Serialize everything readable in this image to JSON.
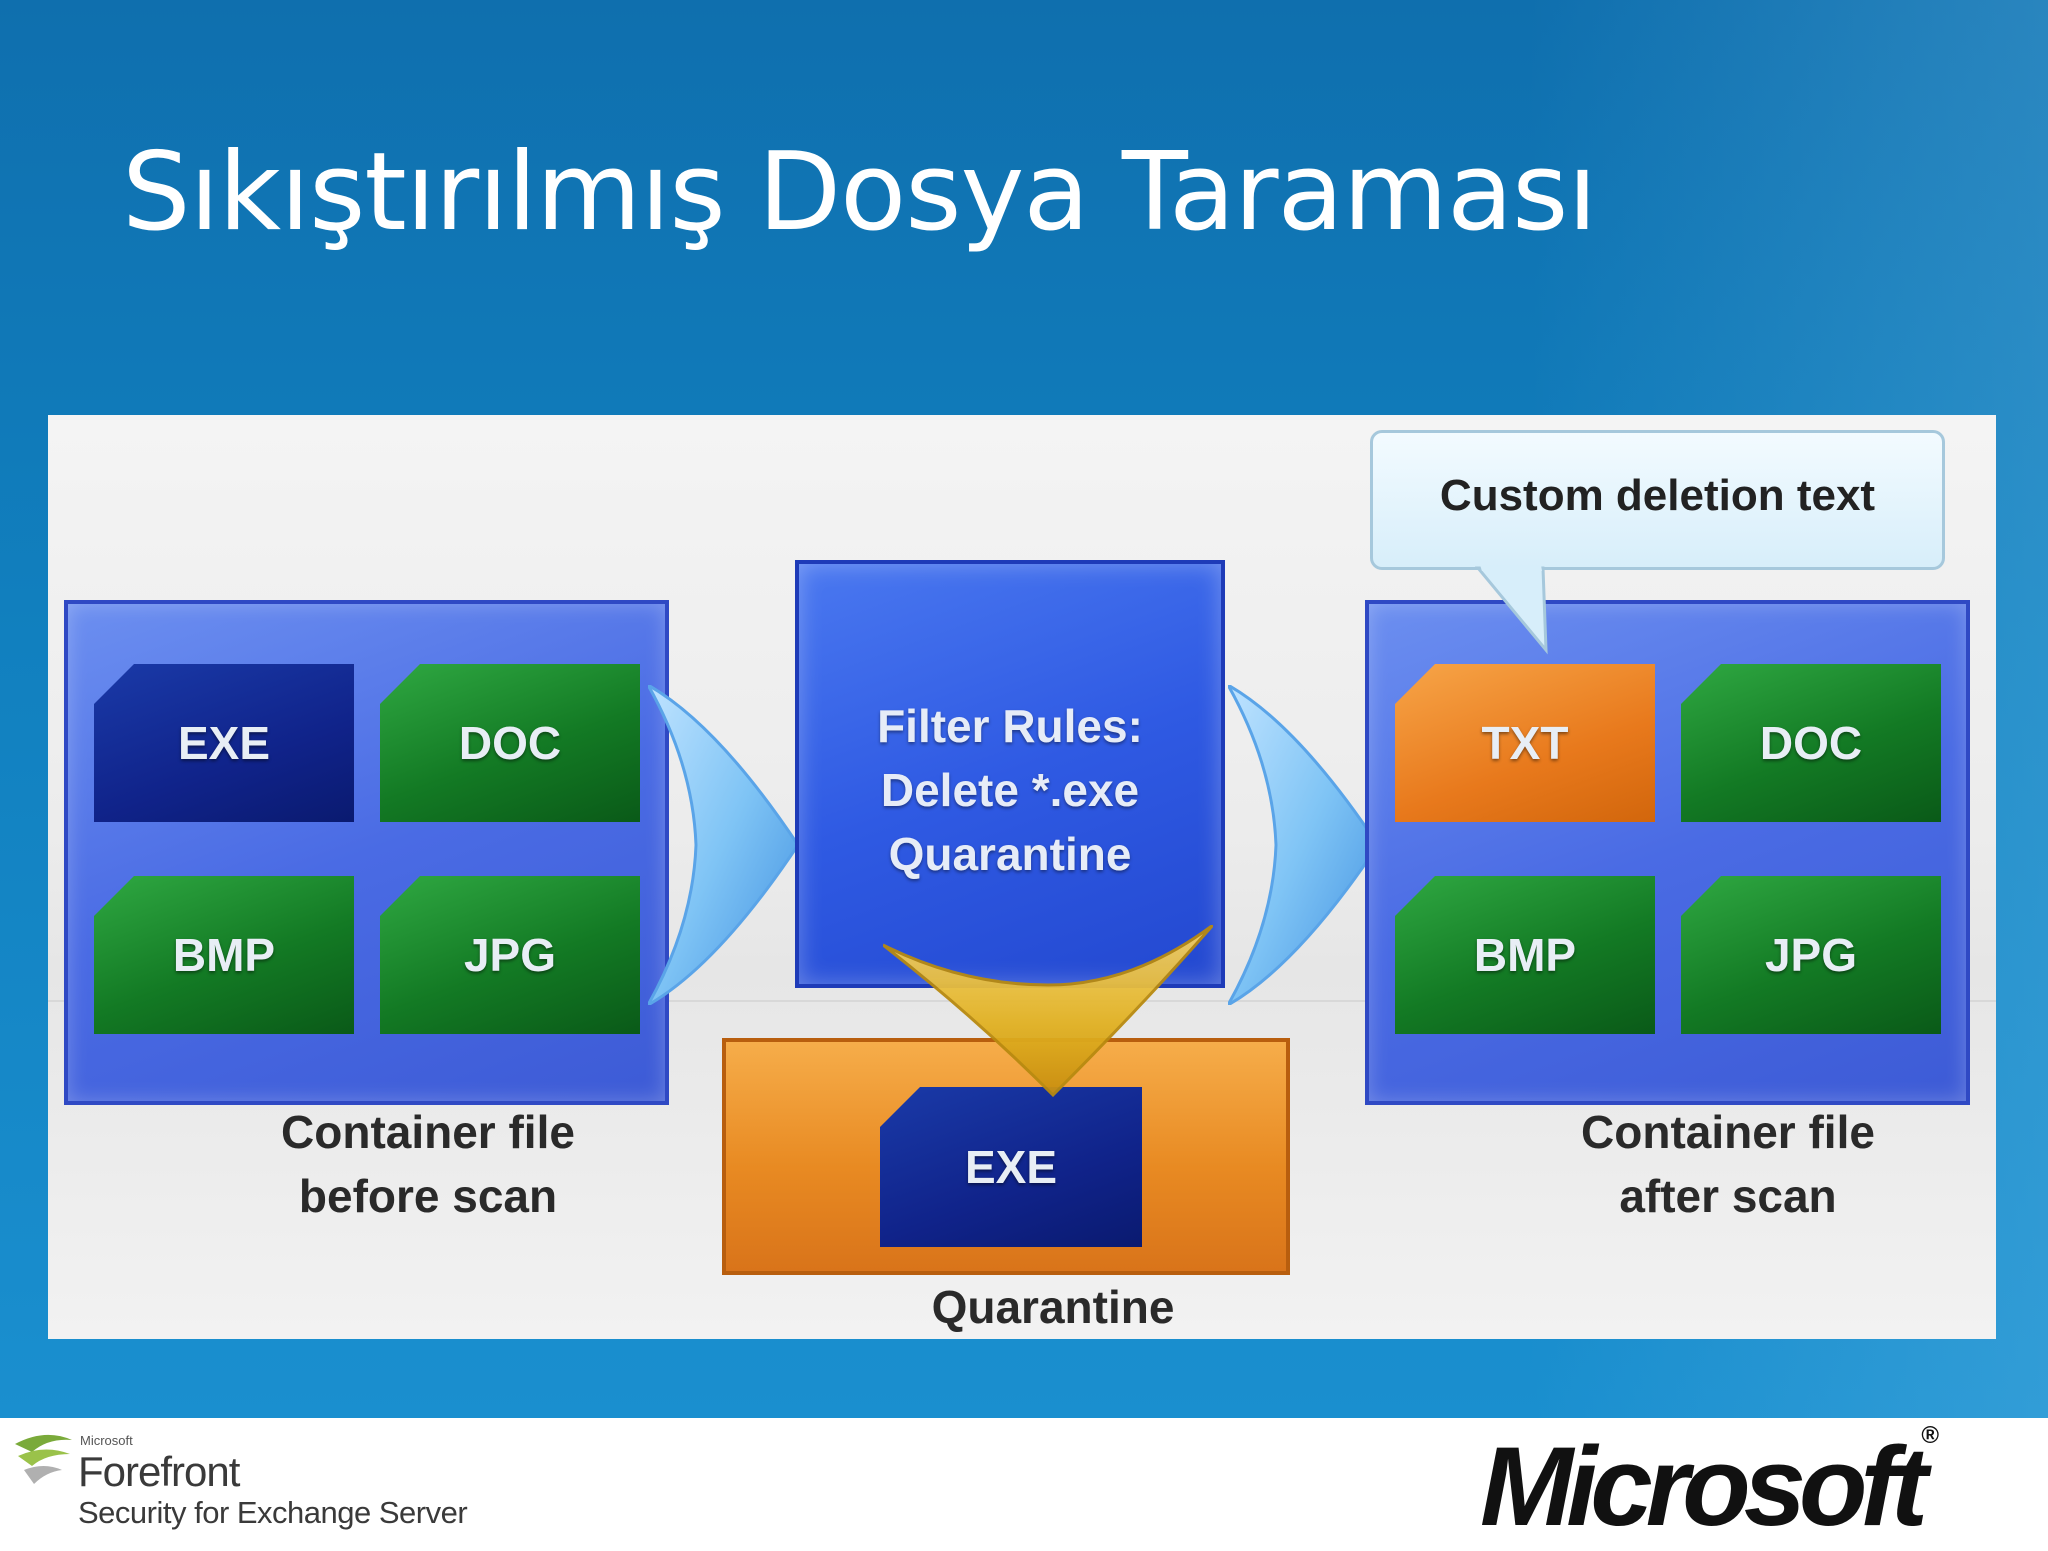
{
  "slide": {
    "title": "Sıkıştırılmış Dosya Taraması"
  },
  "diagram": {
    "before": {
      "tiles": [
        "EXE",
        "DOC",
        "BMP",
        "JPG"
      ],
      "caption_line1": "Container file",
      "caption_line2": "before scan"
    },
    "filter": {
      "line1": "Filter Rules:",
      "line2": "Delete *.exe",
      "line3": "Quarantine"
    },
    "quarantine": {
      "tile": "EXE",
      "caption": "Quarantine"
    },
    "after": {
      "tiles": [
        "TXT",
        "DOC",
        "BMP",
        "JPG"
      ],
      "caption_line1": "Container file",
      "caption_line2": "after scan"
    },
    "callout": "Custom deletion text"
  },
  "footer": {
    "product_vendor": "Microsoft",
    "product_name": "Forefront",
    "product_subtitle": "Security for Exchange Server",
    "company_logo": "Microsoft",
    "icons": [
      "forefront-swoosh-icon",
      "microsoft-logo"
    ]
  },
  "colors": {
    "background_blue": "#1180bf",
    "tile_blue": "#10238a",
    "tile_green": "#137a24",
    "tile_orange": "#e8791c",
    "box_blue": "#3d5bd6",
    "quarantine_orange": "#e88a22",
    "arrow_light_blue": "#7fc4f5",
    "arrow_gold": "#e0b020"
  }
}
